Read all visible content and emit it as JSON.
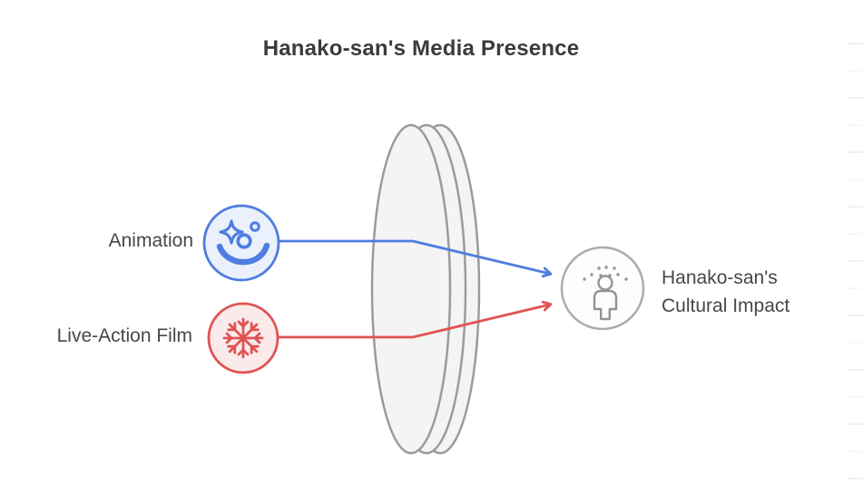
{
  "title": "Hanako-san's Media Presence",
  "nodes": {
    "animation": {
      "label": "Animation",
      "icon": "clown-sparkle-face-icon"
    },
    "live_action_film": {
      "label": "Live-Action Film",
      "icon": "snowflake-icon"
    },
    "cultural_impact": {
      "label_line1": "Hanako-san's",
      "label_line2": "Cultural Impact",
      "icon": "person-impact-icon"
    }
  },
  "lens": {
    "shape": "convex-lens-disc"
  },
  "colors": {
    "blue": "#4F7DE0",
    "blue_fill": "#EAF1FC",
    "red": "#DF5352",
    "red_fill": "#FBEAEA",
    "lens_stroke": "#9B9B9B",
    "lens_fill": "#F4F4F4",
    "node_gray_stroke": "#ACACAC",
    "node_gray_fill": "#FDFDFD",
    "icon_gray": "#939393",
    "label_text": "#474747",
    "title_text": "#3B3B3B"
  }
}
